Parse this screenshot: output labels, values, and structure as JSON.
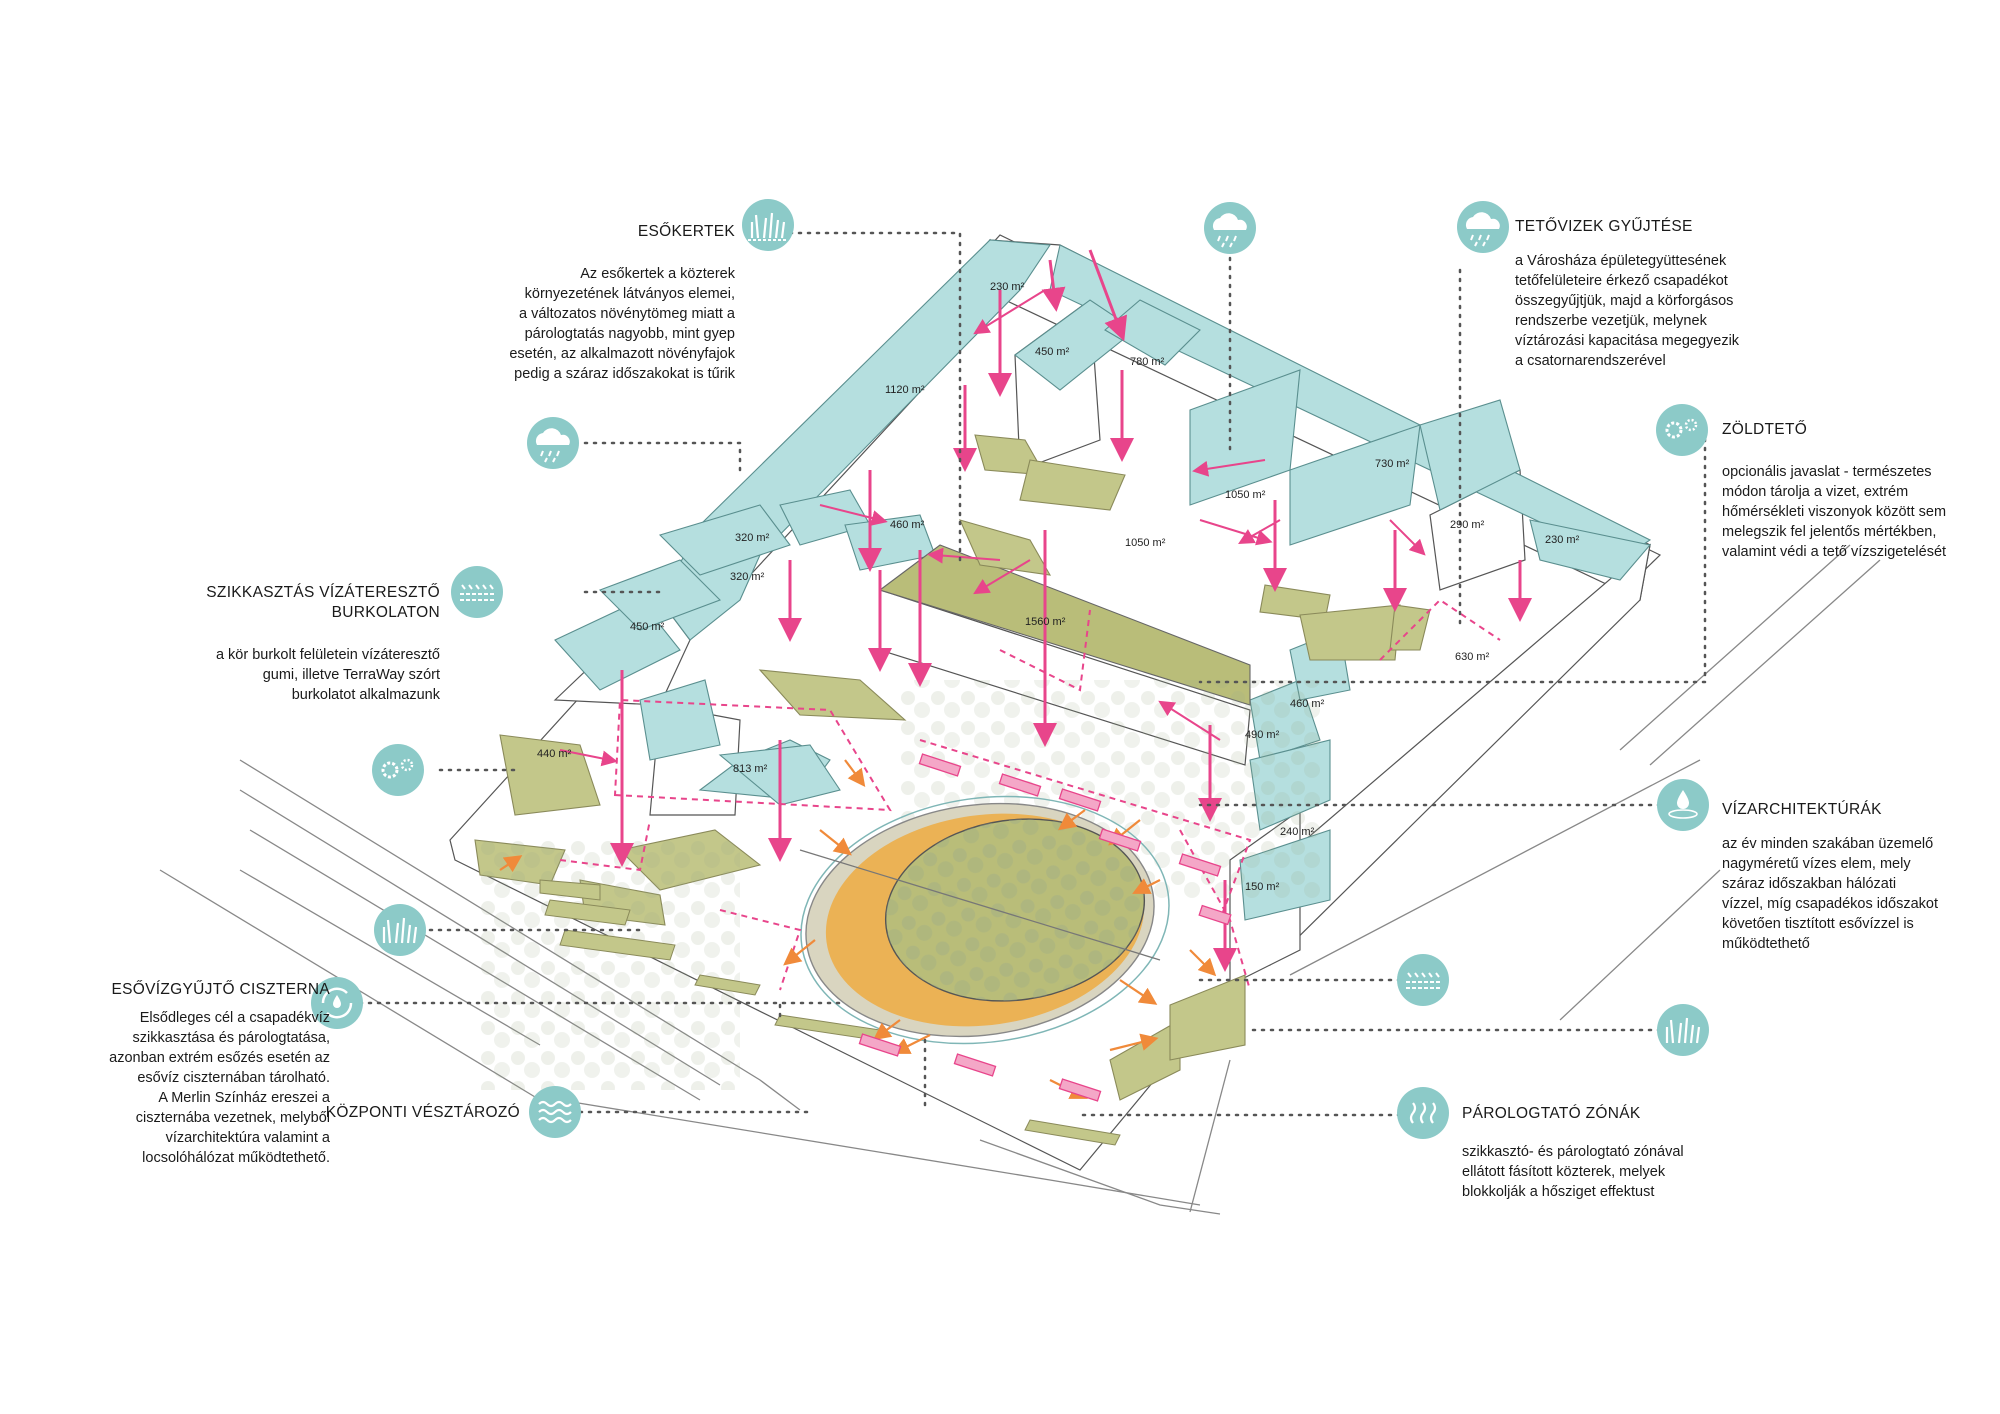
{
  "annotations": [
    {
      "id": "esokertek",
      "title": "ESŐKERTEK",
      "icon": "rain-garden-icon",
      "body": "Az esőkertek a közterek\nkörnyezetének látványos elemei,\na változatos növénytömeg miatt a\npárologtatás nagyobb, mint gyep\nesetén, az alkalmazott növényfajok\npedig a száraz időszakokat is tűrik"
    },
    {
      "id": "tetovizek",
      "title": "TETŐVIZEK GYŰJTÉSE",
      "icon": "rain-cloud-icon",
      "body": "a Városháza épületegyüttesének\ntetőfelületeire érkező csapadékot\nösszegyűjtjük, majd a körforgásos\nrendszerbe vezetjük, melynek\nvíztározási kapacitása megegyezik\na csatornarendszerével"
    },
    {
      "id": "zoldteto",
      "title": "ZÖLDTETŐ",
      "icon": "gears-icon",
      "body": "opcionális javaslat - természetes\nmódon tárolja a vizet, extrém\nhőmérsékleti viszonyok között sem\nmelegszik fel jelentős mértékben,\nvalamint védi a tető vízszigetelését"
    },
    {
      "id": "szikkasztas",
      "title": "SZIKKASZTÁS VÍZÁTERESZTŐ\nBURKOLATON",
      "icon": "permeable-paving-icon",
      "body": "a kör burkolt felületein vízáteresztő\ngumi, illetve TerraWay szórt\nburkolatot alkalmazunk"
    },
    {
      "id": "vizarchitekturak",
      "title": "VÍZARCHITEKTÚRÁK",
      "icon": "water-drop-icon",
      "body": "az év minden szakában üzemelő\nnagyméretű vízes elem, mely\nszáraz időszakban hálózati\nvízzel, míg csapadékos időszakot\nkövetően tisztított esővízzel is\nműködtethető"
    },
    {
      "id": "ciszterna",
      "title": "ESŐVÍZGYŰJTŐ CISZTERNA",
      "icon": "recycle-water-icon",
      "body": "Elsődleges cél a csapadékvíz\nszikkasztása és párologtatása,\nazonban extrém esőzés esetén az\nesővíz ciszternában tárolható.\nA Merlin Színház ereszei a\nciszternába vezetnek, melyből\nvízarchitektúra valamint a\nlocsolóhálózat működtethető."
    },
    {
      "id": "kozponti",
      "title": "KÖZPONTI VÉSZTÁROZÓ",
      "icon": "waves-icon",
      "body": ""
    },
    {
      "id": "parologtato",
      "title": "PÁROLOGTATÓ ZÓNÁK",
      "icon": "evaporation-icon",
      "body": "szikkasztó- és párologtató zónával\nellátott fásított közterek, melyek\nblokkolják a hősziget effektust"
    }
  ],
  "area_labels": [
    "230 m²",
    "450 m²",
    "780 m²",
    "1120 m²",
    "460 m²",
    "320 m²",
    "320 m²",
    "450 m²",
    "1050 m²",
    "1050 m²",
    "730 m²",
    "290 m²",
    "230 m²",
    "1560 m²",
    "630 m²",
    "460 m²",
    "490 m²",
    "440 m²",
    "813 m²",
    "240 m²",
    "150 m²"
  ],
  "extra_icons": [
    "rain-cloud-icon",
    "gears-icon",
    "rain-garden-icon",
    "permeable-paving-icon",
    "rain-garden-icon"
  ],
  "colors": {
    "roof": "#b5dfdf",
    "roof_dark": "#8ccaca",
    "icon_circle": "#8ccac8",
    "green": "#b9bd79",
    "orange": "#f0a531",
    "pink": "#e8458b",
    "orange_arrow": "#f08a3a",
    "leader": "#555555"
  }
}
